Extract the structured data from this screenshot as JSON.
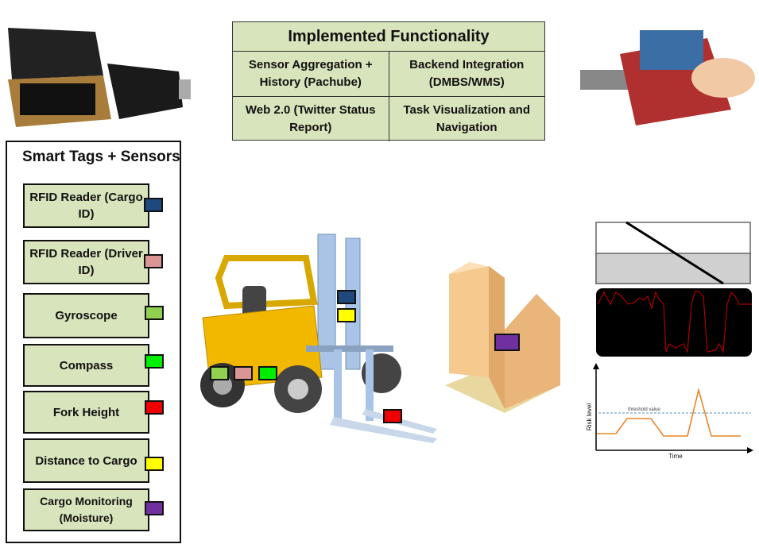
{
  "functionality": {
    "title": "Implemented Functionality",
    "cells": [
      "Sensor Aggregation + History (Pachube)",
      "Backend Integration (DMBS/WMS)",
      "Web 2.0 (Twitter Status Report)",
      "Task Visualization and Navigation"
    ]
  },
  "sensors": {
    "title": "Smart Tags + Sensors",
    "items": [
      {
        "label": "RFID Reader (Cargo ID)",
        "color": "#1f497d"
      },
      {
        "label": "RFID Reader (Driver ID)",
        "color": "#d99694"
      },
      {
        "label": "Gyroscope",
        "color": "#92d050"
      },
      {
        "label": "Compass",
        "color": "#00ee00"
      },
      {
        "label": "Fork Height",
        "color": "#ee0000"
      },
      {
        "label": "Distance to Cargo",
        "color": "#ffff00"
      },
      {
        "label": "Cargo Monitoring (Moisture)",
        "color": "#7030a0"
      }
    ]
  },
  "risk_chart": {
    "ylabel": "Risk level",
    "xlabel": "Time",
    "threshold_label": "threshold value"
  }
}
